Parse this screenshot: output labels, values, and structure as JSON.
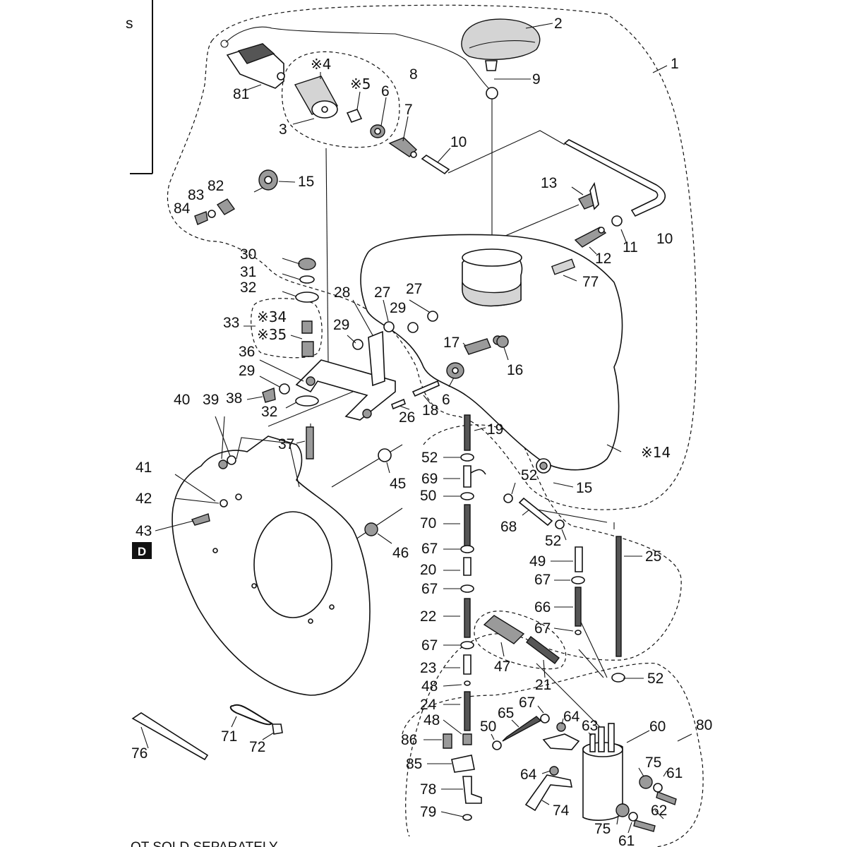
{
  "diagram": {
    "badge": "D",
    "legend_fragment": "s",
    "footer_fragment": "OT SOLD SEPARATELY",
    "callouts": [
      {
        "id": "c2",
        "label": "2"
      },
      {
        "id": "c1",
        "label": "1"
      },
      {
        "id": "c81",
        "label": "81"
      },
      {
        "id": "c4",
        "label": "※4"
      },
      {
        "id": "c5",
        "label": "※5"
      },
      {
        "id": "c6a",
        "label": "6"
      },
      {
        "id": "c3",
        "label": "3"
      },
      {
        "id": "c7",
        "label": "7"
      },
      {
        "id": "c8",
        "label": "8"
      },
      {
        "id": "c9",
        "label": "9"
      },
      {
        "id": "c10a",
        "label": "10"
      },
      {
        "id": "c15a",
        "label": "15"
      },
      {
        "id": "c82",
        "label": "82"
      },
      {
        "id": "c83",
        "label": "83"
      },
      {
        "id": "c84",
        "label": "84"
      },
      {
        "id": "c13",
        "label": "13"
      },
      {
        "id": "c11",
        "label": "11"
      },
      {
        "id": "c10b",
        "label": "10"
      },
      {
        "id": "c12",
        "label": "12"
      },
      {
        "id": "c77",
        "label": "77"
      },
      {
        "id": "c30",
        "label": "30"
      },
      {
        "id": "c31",
        "label": "31"
      },
      {
        "id": "c32a",
        "label": "32"
      },
      {
        "id": "c28",
        "label": "28"
      },
      {
        "id": "c27a",
        "label": "27"
      },
      {
        "id": "c27b",
        "label": "27"
      },
      {
        "id": "c29a",
        "label": "29"
      },
      {
        "id": "c33",
        "label": "33"
      },
      {
        "id": "c34",
        "label": "※34"
      },
      {
        "id": "c35",
        "label": "※35"
      },
      {
        "id": "c29b",
        "label": "29"
      },
      {
        "id": "c36",
        "label": "36"
      },
      {
        "id": "c29c",
        "label": "29"
      },
      {
        "id": "c17",
        "label": "17"
      },
      {
        "id": "c16",
        "label": "16"
      },
      {
        "id": "c38",
        "label": "38"
      },
      {
        "id": "c32b",
        "label": "32"
      },
      {
        "id": "c40",
        "label": "40"
      },
      {
        "id": "c39",
        "label": "39"
      },
      {
        "id": "c6b",
        "label": "6"
      },
      {
        "id": "c26",
        "label": "26"
      },
      {
        "id": "c18",
        "label": "18"
      },
      {
        "id": "c19",
        "label": "19"
      },
      {
        "id": "c37",
        "label": "37"
      },
      {
        "id": "c14",
        "label": "※14"
      },
      {
        "id": "c52a",
        "label": "52"
      },
      {
        "id": "c52b",
        "label": "52"
      },
      {
        "id": "c41",
        "label": "41"
      },
      {
        "id": "c69",
        "label": "69"
      },
      {
        "id": "c15b",
        "label": "15"
      },
      {
        "id": "c45",
        "label": "45"
      },
      {
        "id": "c50a",
        "label": "50"
      },
      {
        "id": "c42",
        "label": "42"
      },
      {
        "id": "c70",
        "label": "70"
      },
      {
        "id": "c68",
        "label": "68"
      },
      {
        "id": "c43",
        "label": "43"
      },
      {
        "id": "c52c",
        "label": "52"
      },
      {
        "id": "c67a",
        "label": "67"
      },
      {
        "id": "c46",
        "label": "46"
      },
      {
        "id": "c25",
        "label": "25"
      },
      {
        "id": "c49",
        "label": "49"
      },
      {
        "id": "c20",
        "label": "20"
      },
      {
        "id": "c67b",
        "label": "67"
      },
      {
        "id": "c67c",
        "label": "67"
      },
      {
        "id": "c66",
        "label": "66"
      },
      {
        "id": "c22",
        "label": "22"
      },
      {
        "id": "c67d",
        "label": "67"
      },
      {
        "id": "c67e",
        "label": "67"
      },
      {
        "id": "c47",
        "label": "47"
      },
      {
        "id": "c23",
        "label": "23"
      },
      {
        "id": "c52d",
        "label": "52"
      },
      {
        "id": "c48a",
        "label": "48"
      },
      {
        "id": "c21",
        "label": "21"
      },
      {
        "id": "c24",
        "label": "24"
      },
      {
        "id": "c67f",
        "label": "67"
      },
      {
        "id": "c71",
        "label": "71"
      },
      {
        "id": "c65",
        "label": "65"
      },
      {
        "id": "c64a",
        "label": "64"
      },
      {
        "id": "c63",
        "label": "63"
      },
      {
        "id": "c60",
        "label": "60"
      },
      {
        "id": "c80",
        "label": "80"
      },
      {
        "id": "c48b",
        "label": "48"
      },
      {
        "id": "c50b",
        "label": "50"
      },
      {
        "id": "c76",
        "label": "76"
      },
      {
        "id": "c72",
        "label": "72"
      },
      {
        "id": "c86",
        "label": "86"
      },
      {
        "id": "c75a",
        "label": "75"
      },
      {
        "id": "c61a",
        "label": "61"
      },
      {
        "id": "c85",
        "label": "85"
      },
      {
        "id": "c64b",
        "label": "64"
      },
      {
        "id": "c78",
        "label": "78"
      },
      {
        "id": "c74",
        "label": "74"
      },
      {
        "id": "c62",
        "label": "62"
      },
      {
        "id": "c79",
        "label": "79"
      },
      {
        "id": "c75b",
        "label": "75"
      },
      {
        "id": "c61b",
        "label": "61"
      }
    ]
  }
}
